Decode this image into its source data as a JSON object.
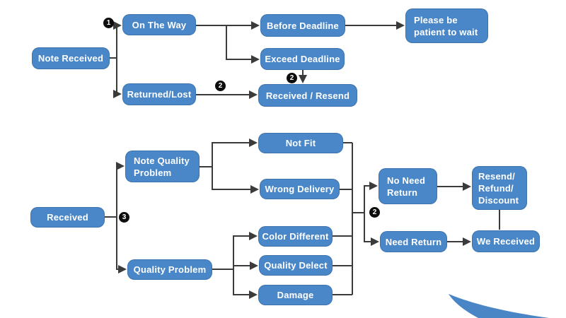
{
  "palette": {
    "node_fill": "#4a87c8",
    "node_text": "#ffffff",
    "connector": "#3b3b3b",
    "badge_fill": "#0d0d0d",
    "badge_text": "#ffffff",
    "background": "#ffffff",
    "swoosh": "#4a86c6"
  },
  "nodes": [
    {
      "id": "note-received",
      "label": "Note Received"
    },
    {
      "id": "on-the-way",
      "label": "On The Way"
    },
    {
      "id": "returned-lost",
      "label": "Returned/Lost"
    },
    {
      "id": "before-deadline",
      "label": "Before Deadline"
    },
    {
      "id": "exceed-deadline",
      "label": "Exceed Deadline"
    },
    {
      "id": "received-resend",
      "label": "Received / Resend"
    },
    {
      "id": "please-wait",
      "label": "Please be\npatient to wait"
    },
    {
      "id": "received",
      "label": "Received"
    },
    {
      "id": "note-quality-problem",
      "label": "Note Quality\nProblem"
    },
    {
      "id": "not-fit",
      "label": "Not Fit"
    },
    {
      "id": "wrong-delivery",
      "label": "Wrong Delivery"
    },
    {
      "id": "quality-problem",
      "label": "Quality Problem"
    },
    {
      "id": "color-different",
      "label": "Color Different"
    },
    {
      "id": "quality-delect",
      "label": "Quality Delect"
    },
    {
      "id": "damage",
      "label": "Damage"
    },
    {
      "id": "no-need-return",
      "label": "No Need\nReturn"
    },
    {
      "id": "need-return",
      "label": "Need Return"
    },
    {
      "id": "resend-refund-discount",
      "label": "Resend/\nRefund/\nDiscount"
    },
    {
      "id": "we-received",
      "label": "We Received"
    }
  ],
  "badges": [
    {
      "label": "1"
    },
    {
      "label": "2"
    },
    {
      "label": "2"
    },
    {
      "label": "3"
    },
    {
      "label": "2"
    }
  ],
  "edges": [
    {
      "from": "Note Received",
      "to": "On The Way",
      "badge": "1"
    },
    {
      "from": "Note Received",
      "to": "Returned/Lost"
    },
    {
      "from": "On The Way",
      "to": "Before Deadline"
    },
    {
      "from": "On The Way",
      "to": "Exceed Deadline"
    },
    {
      "from": "Before Deadline",
      "to": "Please be patient to wait"
    },
    {
      "from": "Exceed Deadline",
      "to": "Received / Resend",
      "badge": "2"
    },
    {
      "from": "Returned/Lost",
      "to": "Received / Resend",
      "badge": "2"
    },
    {
      "from": "Received",
      "to": "Note Quality Problem",
      "badge": "3"
    },
    {
      "from": "Received",
      "to": "Quality Problem",
      "badge": "3"
    },
    {
      "from": "Note Quality Problem",
      "to": "Not Fit"
    },
    {
      "from": "Note Quality Problem",
      "to": "Wrong Delivery"
    },
    {
      "from": "Quality Problem",
      "to": "Color Different"
    },
    {
      "from": "Quality Problem",
      "to": "Quality Delect"
    },
    {
      "from": "Quality Problem",
      "to": "Damage"
    },
    {
      "from": "Not Fit / Wrong Delivery / Color Different / Quality Delect / Damage",
      "to": "No Need Return",
      "badge": "2"
    },
    {
      "from": "Not Fit / Wrong Delivery / Color Different / Quality Delect / Damage",
      "to": "Need Return",
      "badge": "2"
    },
    {
      "from": "No Need Return",
      "to": "Resend/Refund/Discount"
    },
    {
      "from": "Resend/Refund/Discount",
      "to": "We Received"
    },
    {
      "from": "Need Return",
      "to": "We Received"
    }
  ]
}
